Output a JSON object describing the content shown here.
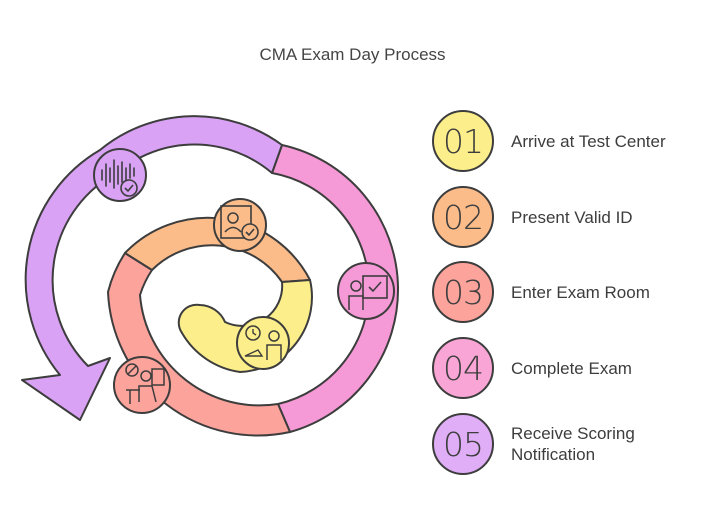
{
  "title": "CMA Exam Day Process",
  "steps": [
    {
      "number": "01",
      "label": "Arrive at Test Center",
      "color": "#fcee8a"
    },
    {
      "number": "02",
      "label": "Present Valid ID",
      "color": "#fbbc8a"
    },
    {
      "number": "03",
      "label": "Enter Exam Room",
      "color": "#fca39c"
    },
    {
      "number": "04",
      "label": "Complete Exam",
      "color": "#f9a6d6"
    },
    {
      "number": "05",
      "label": "Receive Scoring\nNotification",
      "color": "#dfaef7"
    }
  ],
  "icons": [
    "sound-wave-check-icon",
    "id-scan-check-icon",
    "presenter-check-icon",
    "person-desk-clock-icon",
    "no-entry-desk-icon"
  ]
}
